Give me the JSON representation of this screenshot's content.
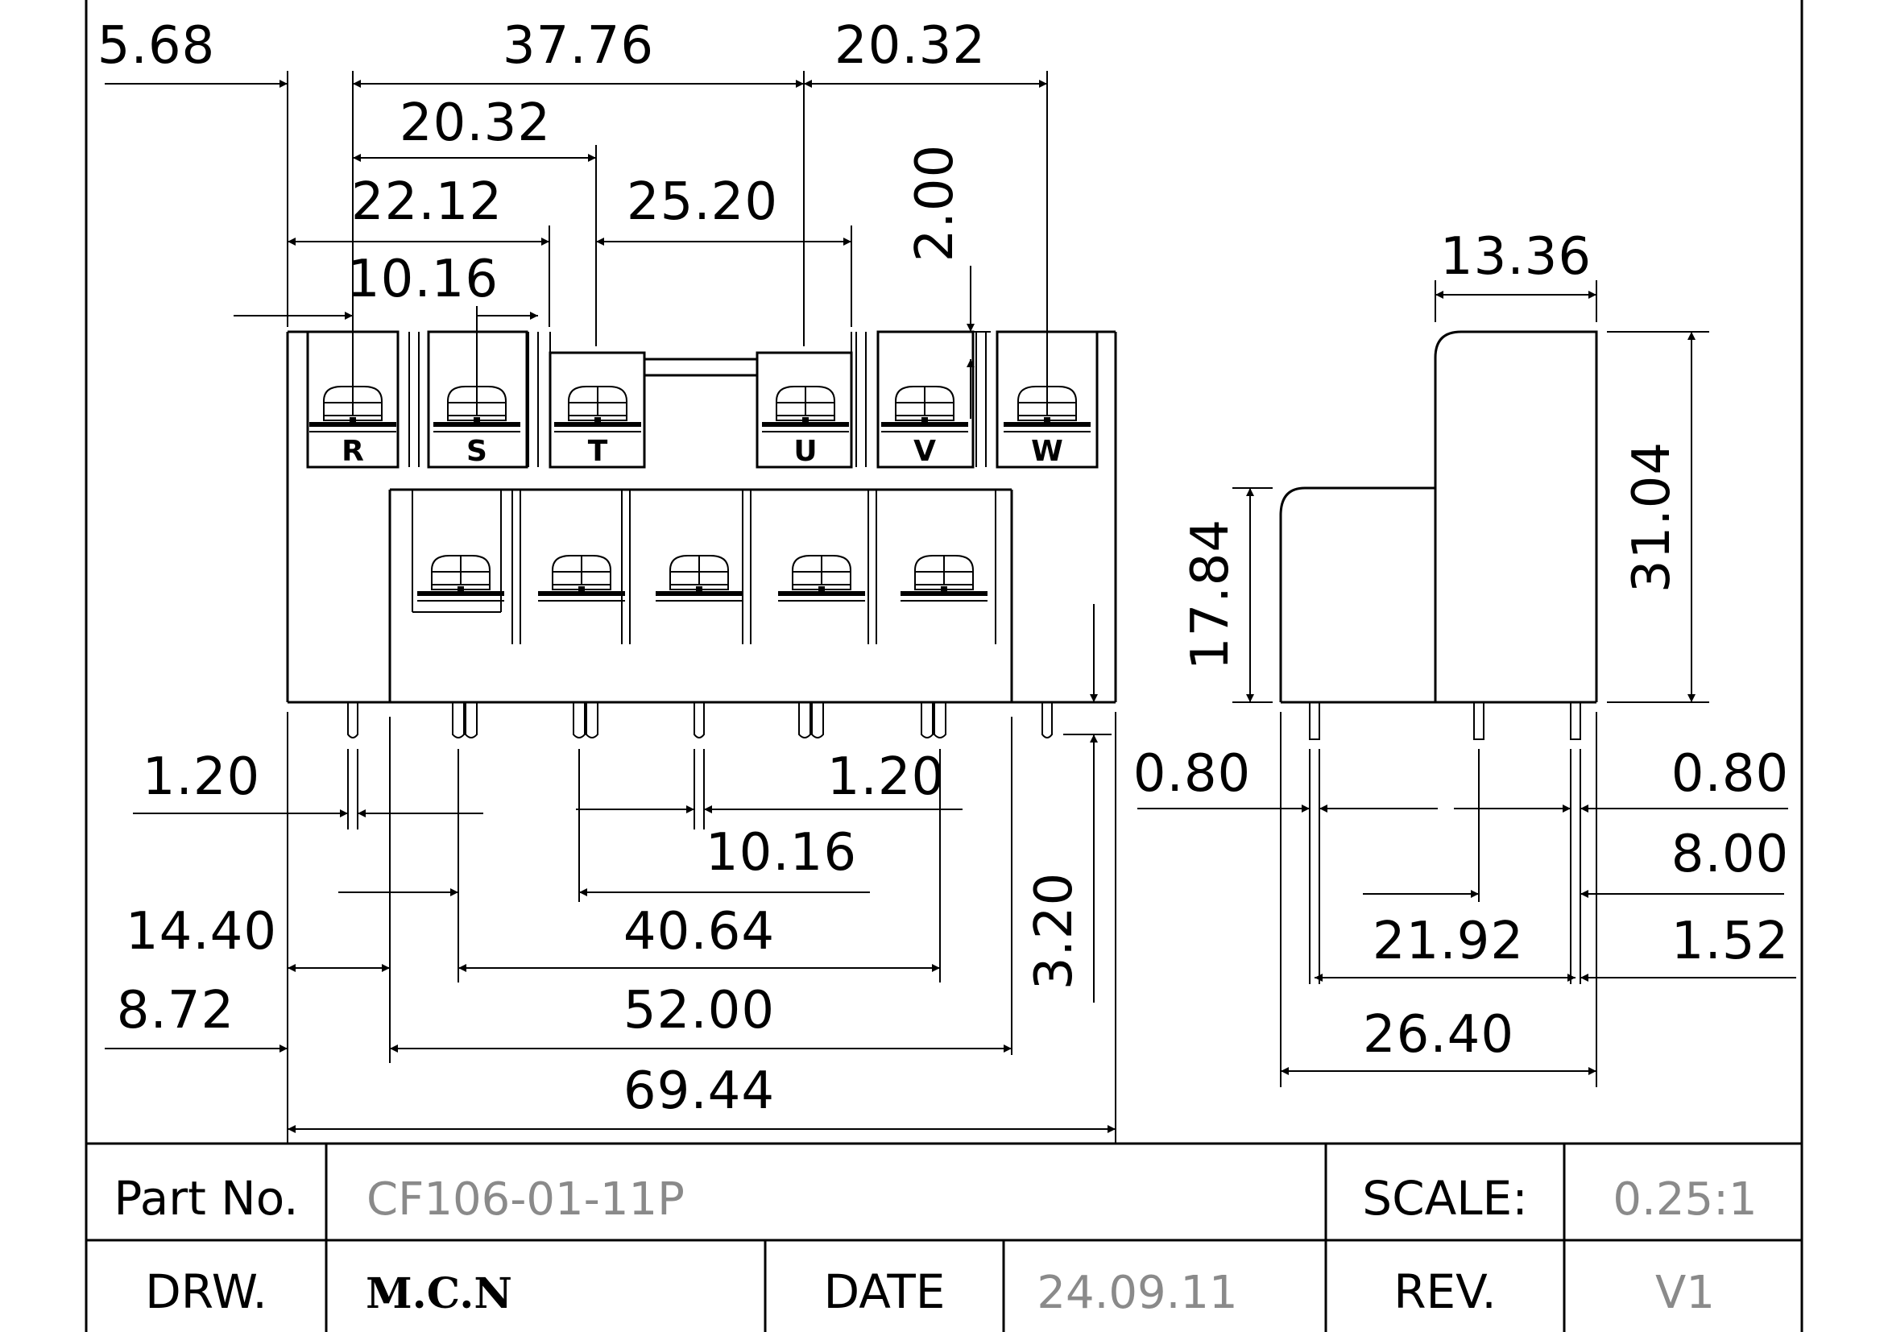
{
  "front_view": {
    "terminal_labels": [
      "R",
      "S",
      "T",
      "U",
      "V",
      "W"
    ],
    "dimensions": {
      "d_5_68": "5.68",
      "d_37_76": "37.76",
      "d_20_32_top": "20.32",
      "d_20_32": "20.32",
      "d_22_12": "22.12",
      "d_25_20": "25.20",
      "d_2_00": "2.00",
      "d_10_16_top": "10.16",
      "d_1_20_left": "1.20",
      "d_1_20_right": "1.20",
      "d_10_16": "10.16",
      "d_14_40": "14.40",
      "d_40_64": "40.64",
      "d_8_72": "8.72",
      "d_52_00": "52.00",
      "d_69_44": "69.44",
      "d_3_20": "3.20"
    }
  },
  "side_view": {
    "dimensions": {
      "d_13_36": "13.36",
      "d_31_04": "31.04",
      "d_17_84": "17.84",
      "d_0_80_left": "0.80",
      "d_0_80_right": "0.80",
      "d_8_00": "8.00",
      "d_21_92": "21.92",
      "d_1_52": "1.52",
      "d_26_40": "26.40"
    }
  },
  "title_block": {
    "part_no_label": "Part No.",
    "part_no_value": "CF106-01-11P",
    "scale_label": "SCALE:",
    "scale_value": "0.25:1",
    "drw_label": "DRW.",
    "drw_value": "M.C.N",
    "date_label": "DATE",
    "date_value": "24.09.11",
    "rev_label": "REV.",
    "rev_value": "V1"
  }
}
